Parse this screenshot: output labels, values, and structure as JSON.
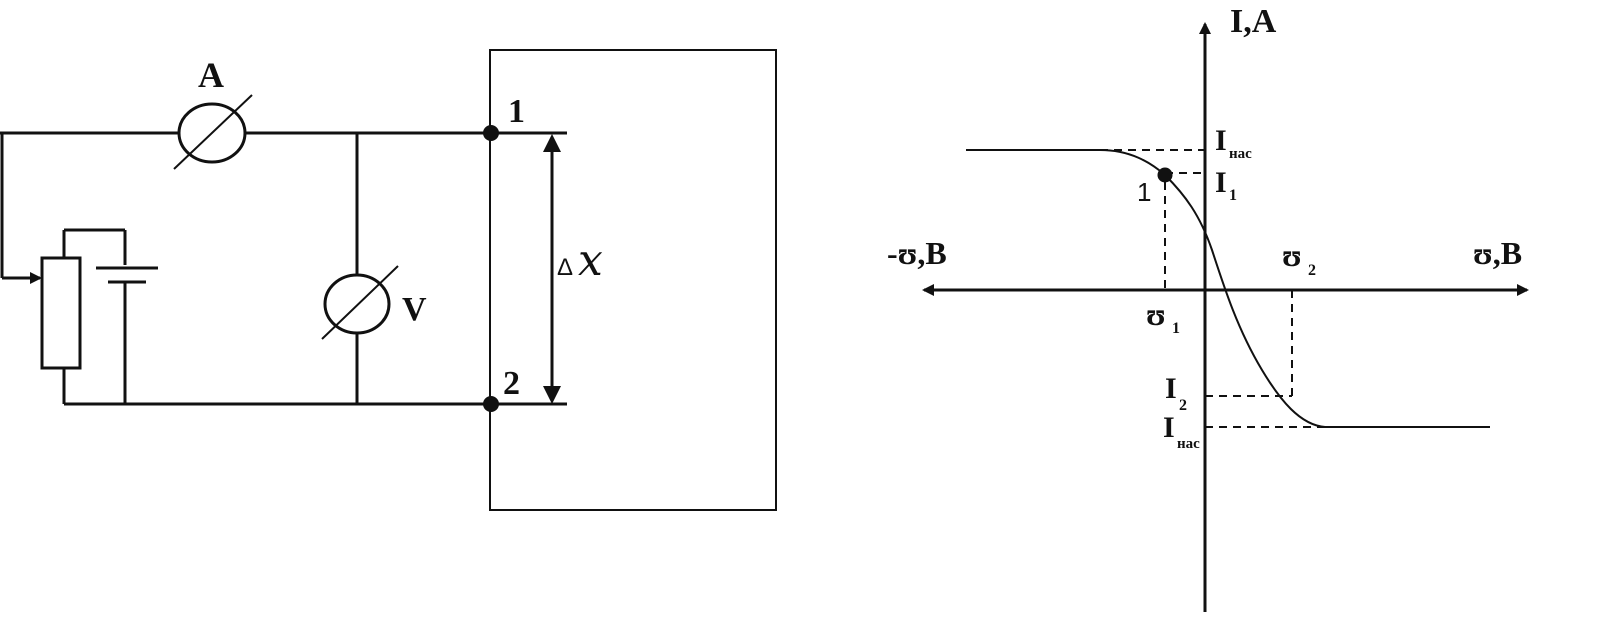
{
  "circuit": {
    "ammeter_label": "A",
    "voltmeter_label": "V",
    "terminal_1": "1",
    "terminal_2": "2",
    "delta": "Δ",
    "x_var": "𝑥"
  },
  "graph": {
    "y_axis_label": "I,A",
    "x_pos_label": "ʊ,B",
    "x_neg_label": "-ʊ,B",
    "i_sat_top": {
      "main": "I",
      "sub": "нас"
    },
    "i1": {
      "main": "I",
      "sub": "1"
    },
    "i2": {
      "main": "I",
      "sub": "2"
    },
    "i_sat_bottom": {
      "main": "I",
      "sub": "нас"
    },
    "u1": {
      "main": "ʊ",
      "sub": "1"
    },
    "u2": {
      "main": "ʊ",
      "sub": "2"
    },
    "point_label": "1"
  }
}
